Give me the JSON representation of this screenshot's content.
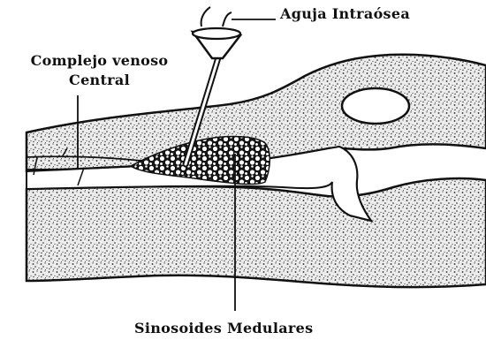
{
  "labels": {
    "needle": "Aguja Intraósea",
    "venous_line1": "Complejo venoso",
    "venous_line2": "Central",
    "sinusoids": "Sinosoides Medulares"
  },
  "colors": {
    "ink": "#111111",
    "background": "#ffffff",
    "bone_fill": "#e6e6e6"
  }
}
